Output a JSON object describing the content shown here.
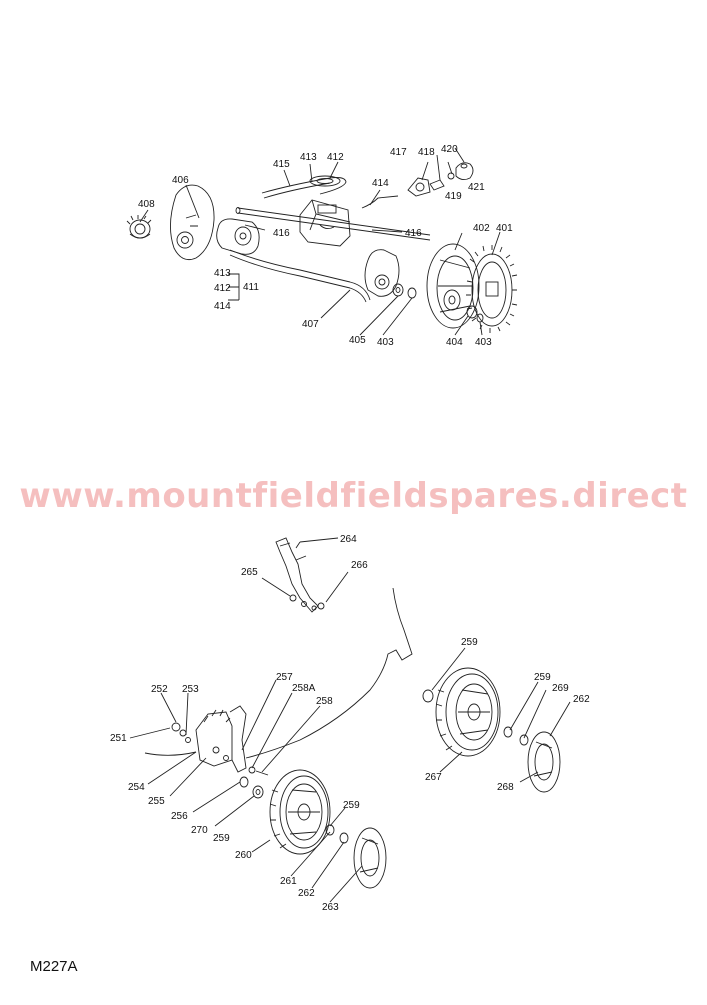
{
  "watermark": "www.mountfieldfieldspares.direct",
  "diagram_ref": "M227A",
  "colors": {
    "line": "#222222",
    "watermark": "#f3b0b0"
  },
  "upper_assembly": {
    "labels": {
      "p401": "401",
      "p402": "402",
      "p403a": "403",
      "p403b": "403",
      "p404": "404",
      "p405": "405",
      "p406": "406",
      "p407": "407",
      "p408": "408",
      "p411": "411",
      "p412a": "412",
      "p412b": "412",
      "p413a": "413",
      "p413b": "413",
      "p414a": "414",
      "p414b": "414",
      "p415": "415",
      "p416a": "416",
      "p416b": "416",
      "p417": "417",
      "p418": "418",
      "p419": "419",
      "p420": "420",
      "p421": "421"
    }
  },
  "lower_assembly": {
    "labels": {
      "p251": "251",
      "p252": "252",
      "p253": "253",
      "p254": "254",
      "p255": "255",
      "p256": "256",
      "p257": "257",
      "p258": "258",
      "p258a": "258A",
      "p259a": "259",
      "p259b": "259",
      "p259c": "259",
      "p259d": "259",
      "p260": "260",
      "p261": "261",
      "p262a": "262",
      "p262b": "262",
      "p263": "263",
      "p264": "264",
      "p265": "265",
      "p266": "266",
      "p267": "267",
      "p268": "268",
      "p269": "269",
      "p270": "270"
    }
  }
}
